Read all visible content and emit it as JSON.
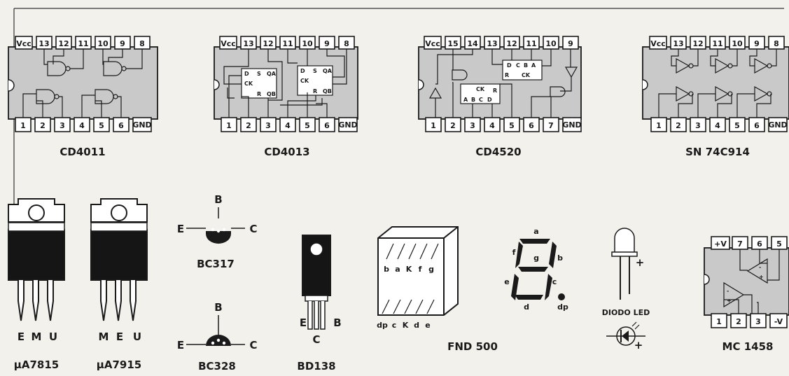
{
  "ics": [
    {
      "label": "CD4011",
      "top_pins": [
        "Vcc",
        "13",
        "12",
        "11",
        "10",
        "9",
        "8"
      ],
      "bottom_pins": [
        "1",
        "2",
        "3",
        "4",
        "5",
        "6",
        "GND"
      ]
    },
    {
      "label": "CD4013",
      "top_pins": [
        "Vcc",
        "13",
        "12",
        "11",
        "10",
        "9",
        "8"
      ],
      "bottom_pins": [
        "1",
        "2",
        "3",
        "4",
        "5",
        "6",
        "GND"
      ],
      "ff_pins": [
        "D",
        "S",
        "QA",
        "CK",
        "R",
        "QB"
      ]
    },
    {
      "label": "CD4520",
      "top_pins": [
        "Vcc",
        "15",
        "14",
        "13",
        "12",
        "11",
        "10",
        "9"
      ],
      "bottom_pins": [
        "1",
        "2",
        "3",
        "4",
        "5",
        "6",
        "7",
        "GND"
      ],
      "internal": [
        "D",
        "C",
        "B",
        "A",
        "CK",
        "R",
        "CK",
        "A",
        "B",
        "C",
        "D",
        "R"
      ]
    },
    {
      "label": "SN 74C914",
      "top_pins": [
        "Vcc",
        "13",
        "12",
        "11",
        "10",
        "9",
        "8"
      ],
      "bottom_pins": [
        "1",
        "2",
        "3",
        "4",
        "5",
        "6",
        "GND"
      ]
    }
  ],
  "regulators": [
    {
      "label": "µA7815",
      "pins": [
        "E",
        "M",
        "U"
      ]
    },
    {
      "label": "µA7915",
      "pins": [
        "M",
        "E",
        "U"
      ]
    }
  ],
  "transistors": [
    {
      "label": "BC317",
      "pins": {
        "b": "B",
        "e": "E",
        "c": "C"
      }
    },
    {
      "label": "BC328",
      "pins": {
        "b": "B",
        "e": "E",
        "c": "C"
      }
    }
  ],
  "bd138": {
    "label": "BD138",
    "pins": {
      "e": "E",
      "c": "C",
      "b": "B"
    }
  },
  "display": {
    "label": "FND 500",
    "top_pins": [
      "b",
      "a",
      "K",
      "f",
      "g"
    ],
    "bottom_pins": [
      "dp",
      "c",
      "K",
      "d",
      "e"
    ],
    "segments": {
      "a": "a",
      "b": "b",
      "c": "c",
      "d": "d",
      "e": "e",
      "f": "f",
      "g": "g",
      "dp": "dp"
    }
  },
  "led": {
    "label": "DIODO LED",
    "plus": "+"
  },
  "opamp": {
    "label": "MC 1458",
    "top_pins": [
      "+V",
      "7",
      "6",
      "5"
    ],
    "bottom_pins": [
      "1",
      "2",
      "3",
      "-V"
    ],
    "signs": [
      "-",
      "+",
      "-",
      "+"
    ]
  }
}
